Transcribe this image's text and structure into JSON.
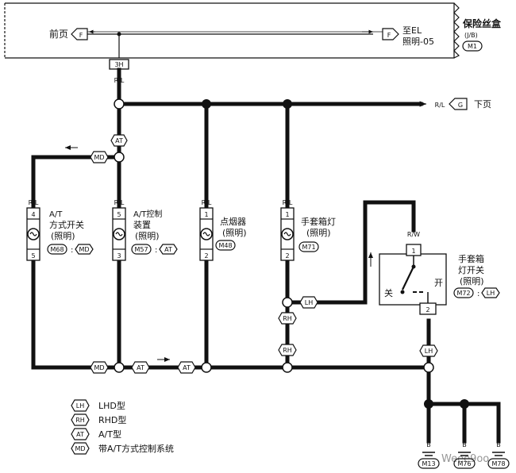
{
  "fuse_box": {
    "prev_label": "前页",
    "conn_prev": "F",
    "to_label": "至EL",
    "to_sub": "照明-05",
    "conn_next": "F",
    "title": "保险丝盒",
    "sub": "(J/B)",
    "id": "M1",
    "pin": "3H"
  },
  "wire_colors": {
    "rl": "R/L",
    "b": "B",
    "rw": "R/W"
  },
  "next_page": {
    "conn": "G",
    "label": "下页"
  },
  "tags": {
    "at": "AT",
    "md": "MD",
    "lh": "LH",
    "rh": "RH"
  },
  "components": {
    "at_mode_switch": {
      "l1": "A/T",
      "l2": "方式开关",
      "l3": "(照明)",
      "pin_top": "4",
      "pin_bot": "5",
      "conn": "M68",
      "tag": "MD"
    },
    "at_control": {
      "l1": "A/T控制",
      "l2": "装置",
      "l3": "(照明)",
      "pin_top": "5",
      "pin_bot": "3",
      "conn": "M57",
      "tag": "AT"
    },
    "cigar_lighter": {
      "l1": "点烟器",
      "l2": "(照明)",
      "pin_top": "1",
      "pin_bot": "2",
      "conn": "M48"
    },
    "glove_lamp": {
      "l1": "手套箱灯",
      "l2": "(照明)",
      "pin_top": "1",
      "pin_bot": "2",
      "conn": "M71"
    },
    "glove_switch": {
      "l1": "手套箱",
      "l2": "灯开关",
      "l3": "(照明)",
      "off": "关",
      "on": "开",
      "pin_top": "1",
      "pin_bot": "2",
      "conn": "M72",
      "tag": "LH"
    }
  },
  "grounds": [
    "M13",
    "M76",
    "M78"
  ],
  "legend": [
    {
      "tag": "LH",
      "text": "LHD型"
    },
    {
      "tag": "RH",
      "text": "RHD型"
    },
    {
      "tag": "AT",
      "text": "A/T型"
    },
    {
      "tag": "MD",
      "text": "带A/T方式控制系统"
    }
  ],
  "watermark": "Weee9oo"
}
